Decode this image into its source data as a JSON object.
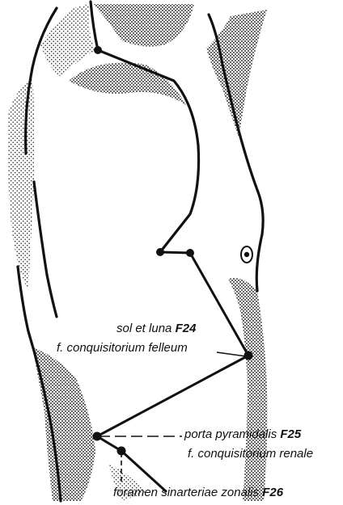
{
  "figure": {
    "ink_color": "#111111",
    "stipple_color": "#2a2a2a",
    "background": "#ffffff"
  },
  "points": {
    "f24": {
      "label_latin": "sol et luna",
      "code": "F24",
      "label_alt": "f. conquisitorium felleum"
    },
    "f25": {
      "label_latin": "porta pyramidalis",
      "code": "F25",
      "label_alt": "f. conquisitorium renale"
    },
    "f26": {
      "label_latin": "foramen sinarteriae zonalis",
      "code": "F26"
    }
  }
}
